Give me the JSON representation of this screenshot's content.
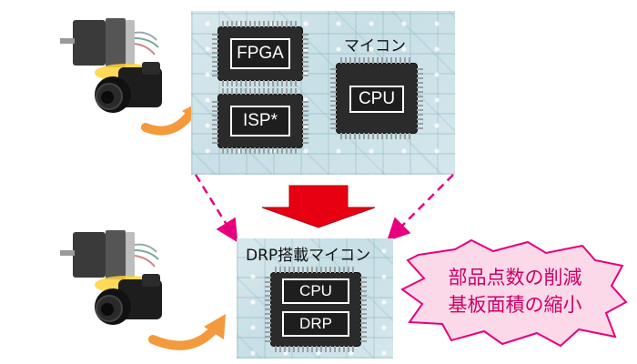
{
  "top_board": {
    "chips": [
      {
        "id": "fpga",
        "label": "FPGA"
      },
      {
        "id": "isp",
        "label": "ISP*"
      },
      {
        "id": "cpu",
        "label": "CPU"
      }
    ],
    "microcontroller_label": "マイコン"
  },
  "bottom_board": {
    "title": "DRP搭載マイコン",
    "chip_labels": {
      "cpu": "CPU",
      "drp": "DRP"
    }
  },
  "callout": {
    "line1": "部品点数の削減",
    "line2": "基板面積の縮小"
  },
  "colors": {
    "dashed_arrow": "#e6007e",
    "big_arrow": "#e60012",
    "motion_arrow": "#f39a3c",
    "callout_fill": "#fbd9e8",
    "callout_stroke": "#e6007e"
  }
}
